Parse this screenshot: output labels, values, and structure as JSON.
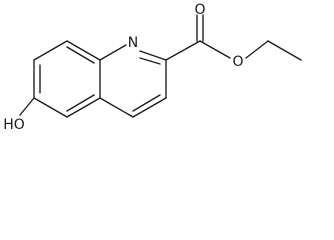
{
  "molecule": {
    "atom_labels": {
      "nitrogen": "N",
      "carbonyl_oxygen": "O",
      "ester_oxygen": "O",
      "hydroxyl": "HO"
    }
  }
}
